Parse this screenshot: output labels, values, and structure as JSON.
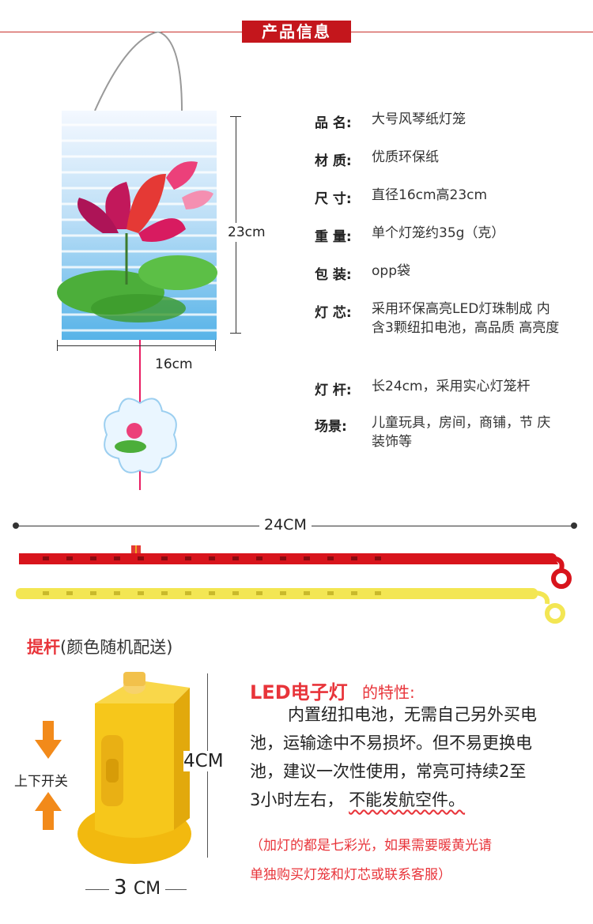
{
  "header": {
    "title": "产品信息"
  },
  "lantern": {
    "height_label": "23cm",
    "width_label": "16cm"
  },
  "specs": [
    {
      "label": "品 名:",
      "value": "大号风琴纸灯笼"
    },
    {
      "label": "材 质:",
      "value": "优质环保纸"
    },
    {
      "label": "尺 寸:",
      "value": "直径16cm高23cm"
    },
    {
      "label": "重 量:",
      "value": "单个灯笼约35g（克）"
    },
    {
      "label": "包 装:",
      "value": "opp袋"
    },
    {
      "label": "灯 芯:",
      "value": "采用环保高亮LED灯珠制成 内含3颗纽扣电池，高品质 高亮度"
    },
    {
      "label": "灯 杆:",
      "value": "长24cm，采用实心灯笼杆"
    },
    {
      "label": "场景:",
      "value": "儿童玩具，房间，商铺，节 庆装饰等"
    }
  ],
  "stick": {
    "length_label": "24CM",
    "colors": [
      "#d8141c",
      "#f3e653"
    ]
  },
  "handle": {
    "title": "提杆",
    "subtitle": "(颜色随机配送)"
  },
  "core": {
    "height_label": "4CM",
    "width_label": "3",
    "width_unit": "CM",
    "switch_label": "上下开关"
  },
  "led": {
    "title": "LED电子灯",
    "title_suffix": "的特性:",
    "lines": [
      "内置纽扣电池，无需自己另外买电",
      "池，运输途中不易损坏。但不易更换电",
      "池，建议一次性使用，常亮可持续2至",
      "3小时左右，"
    ],
    "warning": "不能发航空件。",
    "note_lines": [
      "（加灯的都是七彩光，如果需要暖黄光请",
      "单独购买灯笼和灯芯或联系客服）"
    ]
  }
}
